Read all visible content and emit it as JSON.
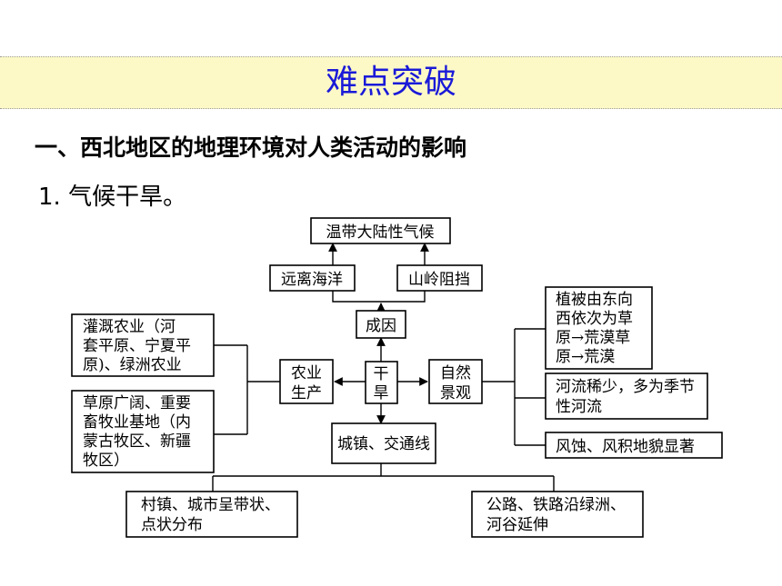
{
  "slide": {
    "banner_title": "难点突破",
    "section_heading": "一、西北地区的地理环境对人类活动的影响",
    "subheading": "1. 气候干旱。"
  },
  "diagram": {
    "nodes": {
      "climate": "温带大陆性气候",
      "far_ocean": "远离海洋",
      "mountains": "山岭阻挡",
      "cause": "成因",
      "arid": [
        "干",
        "旱"
      ],
      "agri": [
        "农业",
        "生产"
      ],
      "landscape": [
        "自然",
        "景观"
      ],
      "irrigation": [
        "灌溉农业（河",
        "套平原、宁夏平",
        "原)、绿洲农业"
      ],
      "pasture": [
        "草原广阔、重要",
        "畜牧业基地（内",
        "蒙古牧区、新疆",
        "牧区）"
      ],
      "vegetation": [
        "植被由东向",
        "西依次为草",
        "原→荒漠草",
        "原→荒漠"
      ],
      "rivers": [
        "河流稀少，多为季节",
        "性河流"
      ],
      "erosion": "风蚀、风积地貌显著",
      "towns_transport": "城镇、交通线",
      "villages": [
        "村镇、城市呈带状、",
        "点状分布"
      ],
      "roads": [
        "公路、铁路沿绿洲、",
        "河谷延伸"
      ]
    }
  }
}
